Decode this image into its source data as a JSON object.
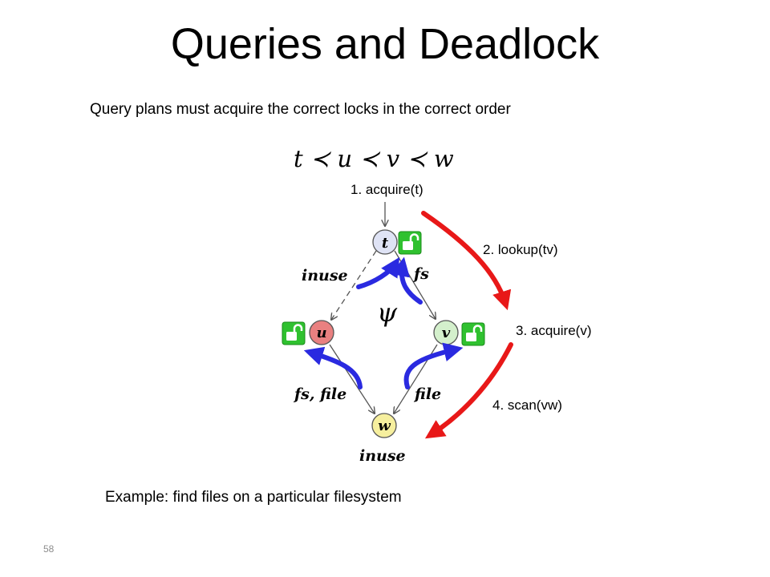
{
  "slide": {
    "title": "Queries and Deadlock",
    "subtitle": "Query plans must acquire the correct locks in the correct order",
    "ordering": "t ≺ u ≺ v ≺ w",
    "footer": "Example: find files on a particular filesystem",
    "page_number": "58"
  },
  "steps": [
    {
      "label": "1. acquire(t)"
    },
    {
      "label": "2. lookup(tv)"
    },
    {
      "label": "3. acquire(v)"
    },
    {
      "label": "4. scan(vw)"
    }
  ],
  "nodes": {
    "t": {
      "label": "t",
      "color": "#dfe3f5"
    },
    "u": {
      "label": "u",
      "color": "#e98080"
    },
    "v": {
      "label": "v",
      "color": "#d4f0cc"
    },
    "w": {
      "label": "w",
      "color": "#f6ef9e"
    }
  },
  "edges": {
    "tu": "inuse",
    "tv": "fs",
    "uw": "fs, file",
    "vw": "file",
    "w": "inuse",
    "psi": "ψ"
  },
  "colors": {
    "red_arrow": "#e81818",
    "blue_arrow": "#2a2ae0",
    "lock_green": "#2fc12f"
  },
  "icons": [
    "unlocked-padlock-icon",
    "unlocked-padlock-icon",
    "unlocked-padlock-icon"
  ]
}
